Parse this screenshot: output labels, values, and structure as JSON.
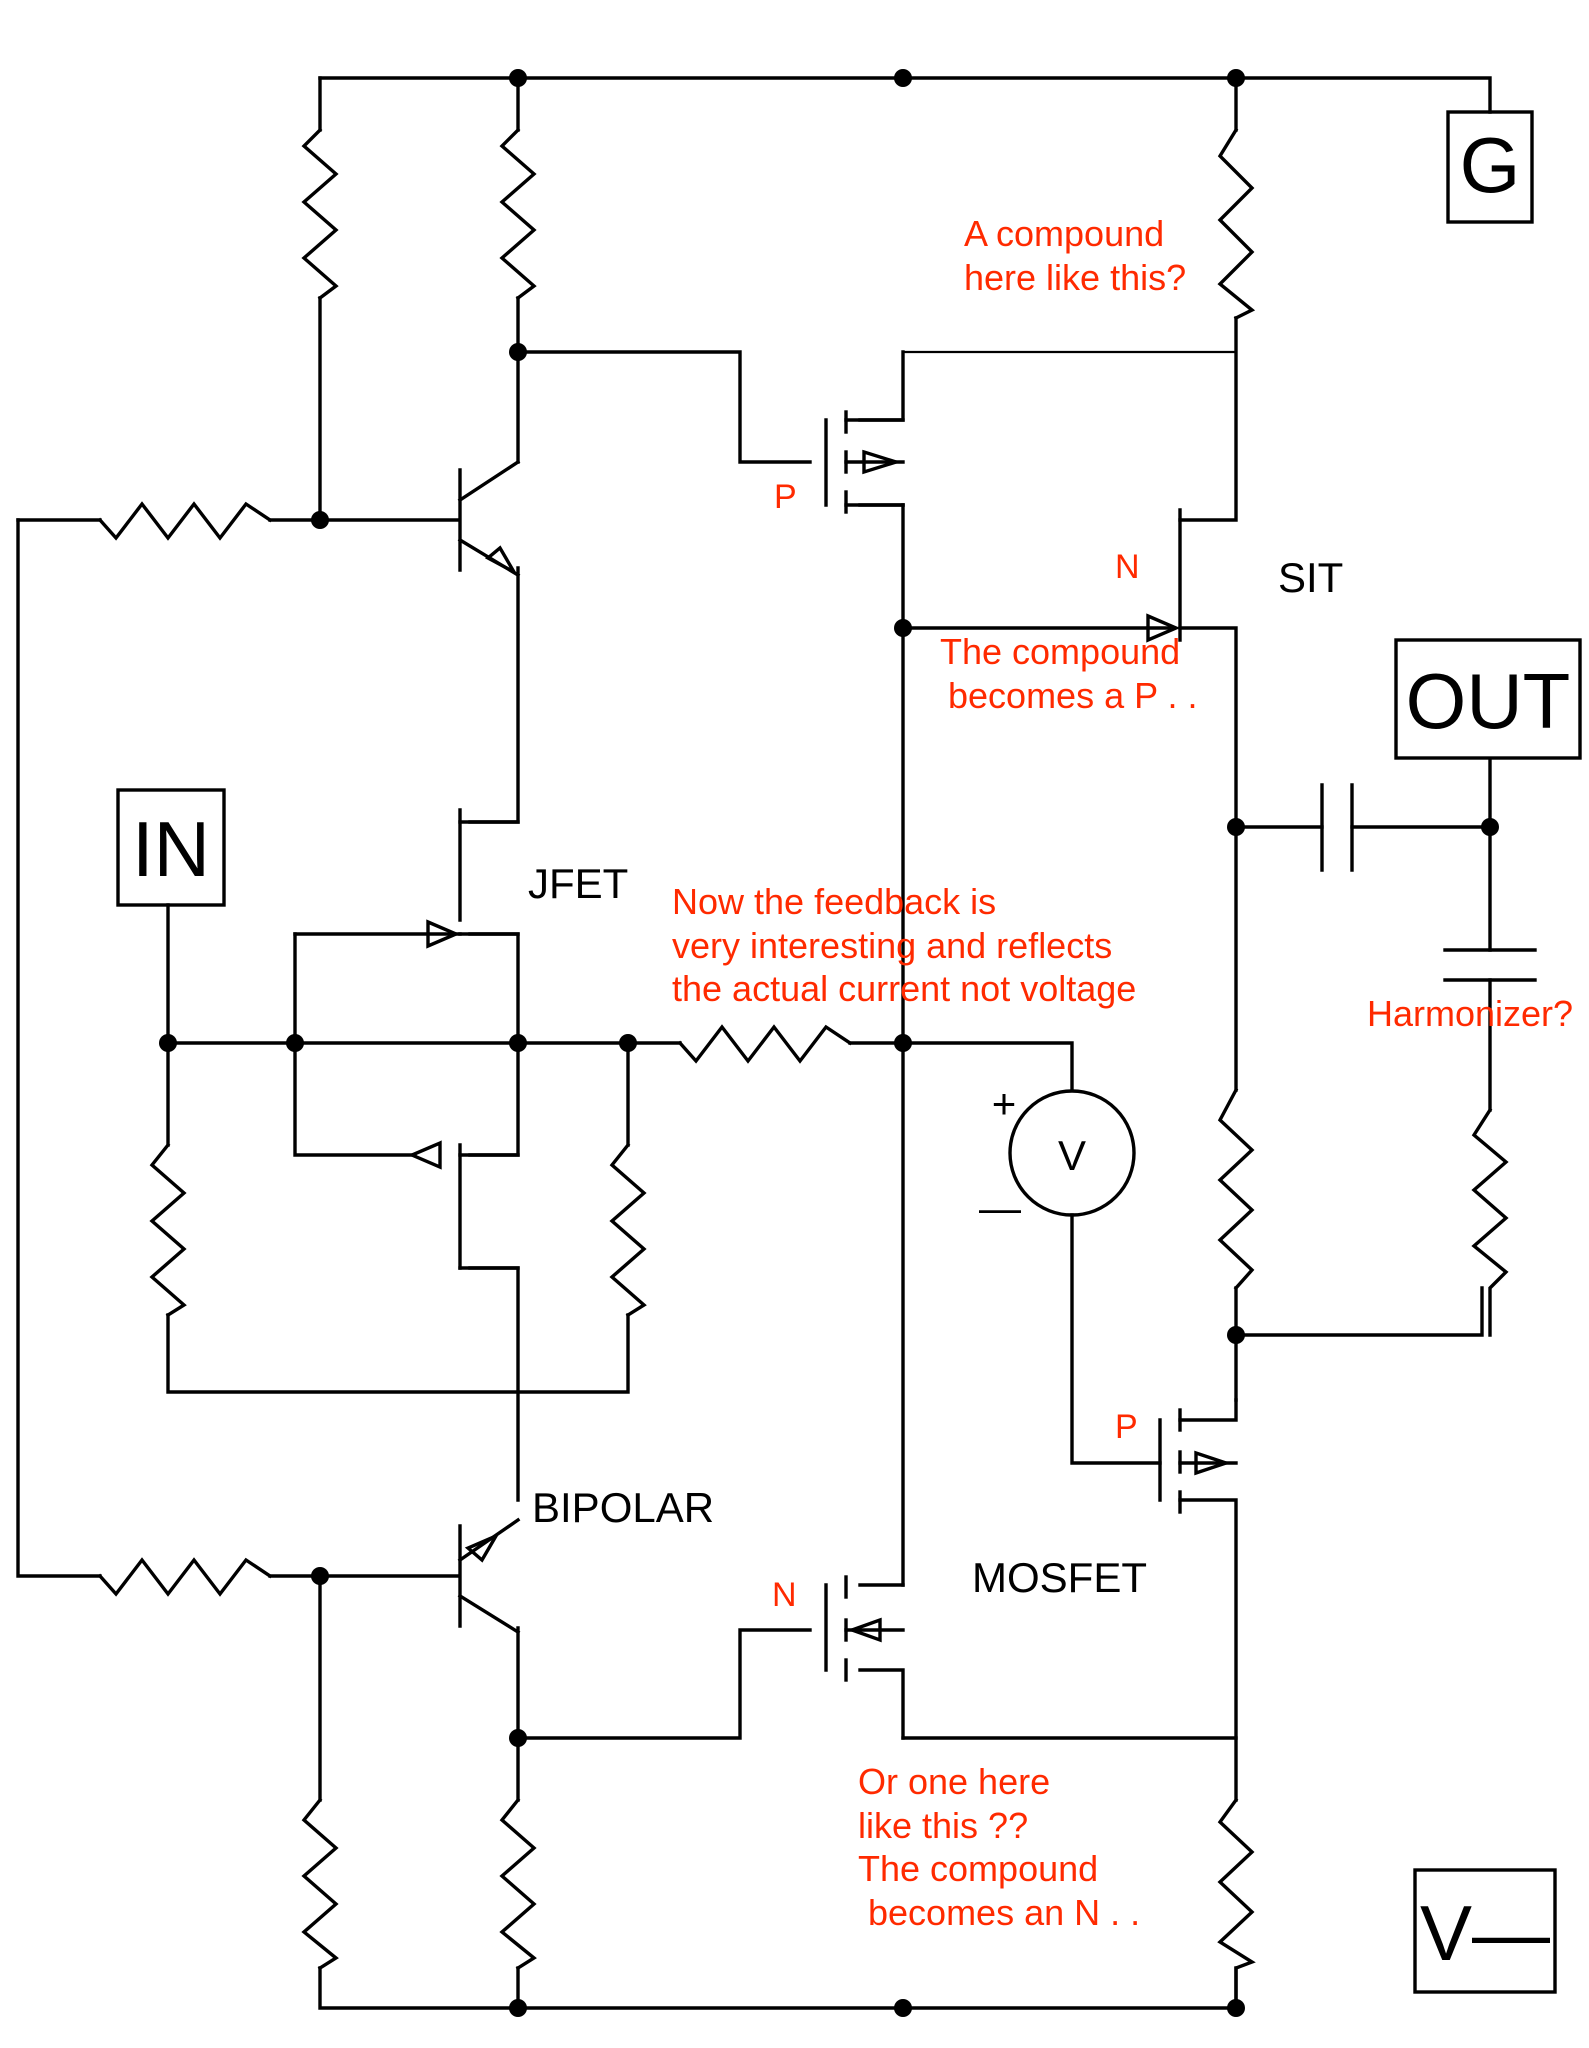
{
  "ports": {
    "g": "G",
    "out": "OUT",
    "in": "IN",
    "vneg": "V—"
  },
  "device_labels": {
    "jfet": "JFET",
    "bipolar": "BIPOLAR",
    "mosfet": "MOSFET",
    "sit": "SIT"
  },
  "polarity": {
    "p_top": "P",
    "n_sit": "N",
    "p_mosfet": "P",
    "n_bottom": "N"
  },
  "meter": {
    "symbol": "V",
    "plus": "+",
    "minus": "—"
  },
  "notes": {
    "compound_top": [
      "A compound",
      "here like this?"
    ],
    "compound_becomes_p": [
      "The compound",
      "becomes a P . ."
    ],
    "feedback": [
      "Now the feedback is",
      "very interesting and reflects",
      "the actual current not voltage"
    ],
    "harmonizer": "Harmonizer?",
    "compound_bottom": [
      "Or one here",
      "like this ??",
      "The compound",
      " becomes an N . ."
    ]
  },
  "colors": {
    "wire": "#000000",
    "annotation": "#ff2a00",
    "background": "#ffffff"
  }
}
